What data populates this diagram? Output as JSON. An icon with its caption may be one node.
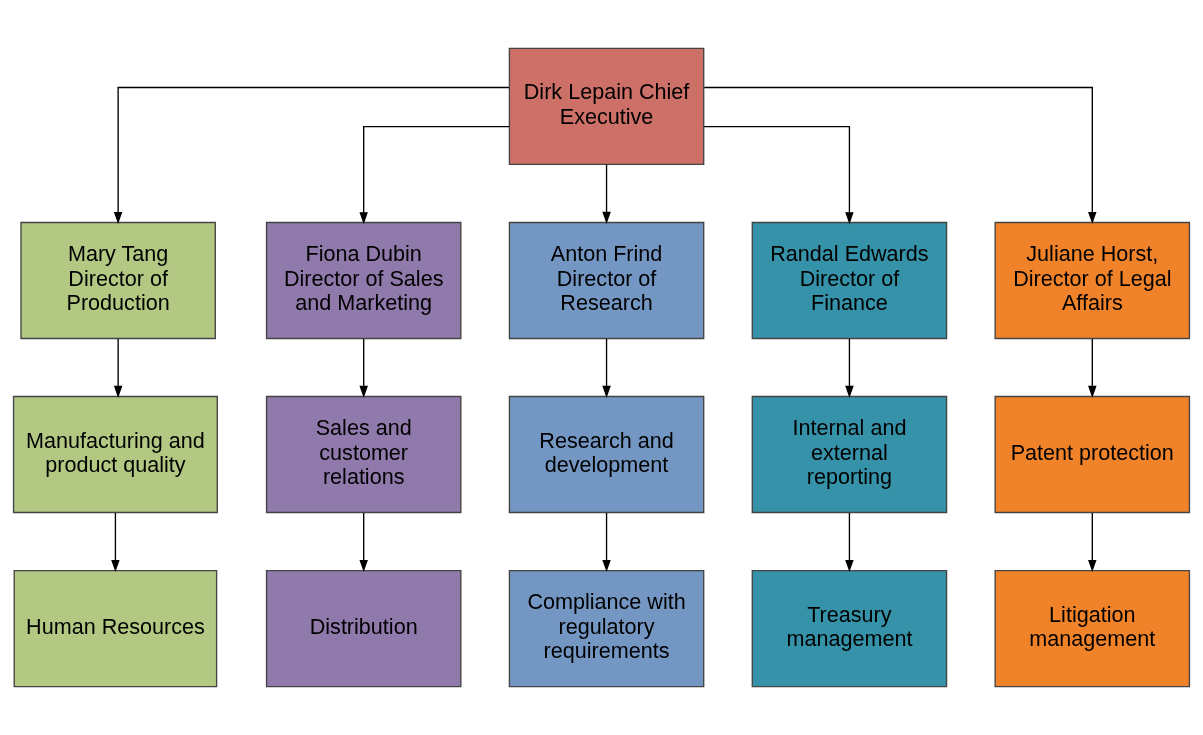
{
  "diagram": {
    "nodes": [
      {
        "text": [
          "Dirk Lepain Chief Executive"
        ]
      },
      {
        "text": [
          "Mary Tang Director of Production"
        ]
      },
      {
        "text": [
          "Fiona Dubin Director of Sales and Marketing"
        ]
      },
      {
        "text": [
          "Anton Frind Director of Research"
        ]
      },
      {
        "text": [
          "Randal Edwards Director of Finance"
        ]
      },
      {
        "text": [
          "Juliane Horst, Director of Legal Affairs"
        ]
      },
      {
        "text": [
          "Manufacturing and product quality"
        ]
      },
      {
        "text": [
          "Sales and customer relations"
        ]
      },
      {
        "text": [
          "Research and development"
        ]
      },
      {
        "text": [
          "Internal and external reporting"
        ]
      },
      {
        "text": [
          "Patent protection"
        ]
      },
      {
        "text": [
          "Human Resources"
        ]
      },
      {
        "text": [
          "Distribution"
        ]
      },
      {
        "text": [
          "Compliance with regulatory requirements"
        ]
      },
      {
        "text": [
          "Treasury management"
        ]
      },
      {
        "text": [
          "Litigation management"
        ]
      }
    ],
    "edges": [
      {
        "from": 0,
        "to": 1,
        "arrow": "to"
      },
      {
        "from": 0,
        "to": 2,
        "arrow": "to"
      },
      {
        "from": 0,
        "to": 3,
        "arrow": "to"
      },
      {
        "from": 0,
        "to": 4,
        "arrow": "to"
      },
      {
        "from": 0,
        "to": 5,
        "arrow": "to"
      },
      {
        "from": 1,
        "to": 6,
        "arrow": "to"
      },
      {
        "from": 2,
        "to": 7,
        "arrow": "to"
      },
      {
        "from": 3,
        "to": 8,
        "arrow": "to"
      },
      {
        "from": 4,
        "to": 9,
        "arrow": "to"
      },
      {
        "from": 5,
        "to": 10,
        "arrow": "to"
      },
      {
        "from": 6,
        "to": 11,
        "arrow": "to"
      },
      {
        "from": 7,
        "to": 12,
        "arrow": "to"
      },
      {
        "from": 8,
        "to": 13,
        "arrow": "to"
      },
      {
        "from": 9,
        "to": 14,
        "arrow": "to"
      },
      {
        "from": 10,
        "to": 15,
        "arrow": "to"
      }
    ]
  }
}
